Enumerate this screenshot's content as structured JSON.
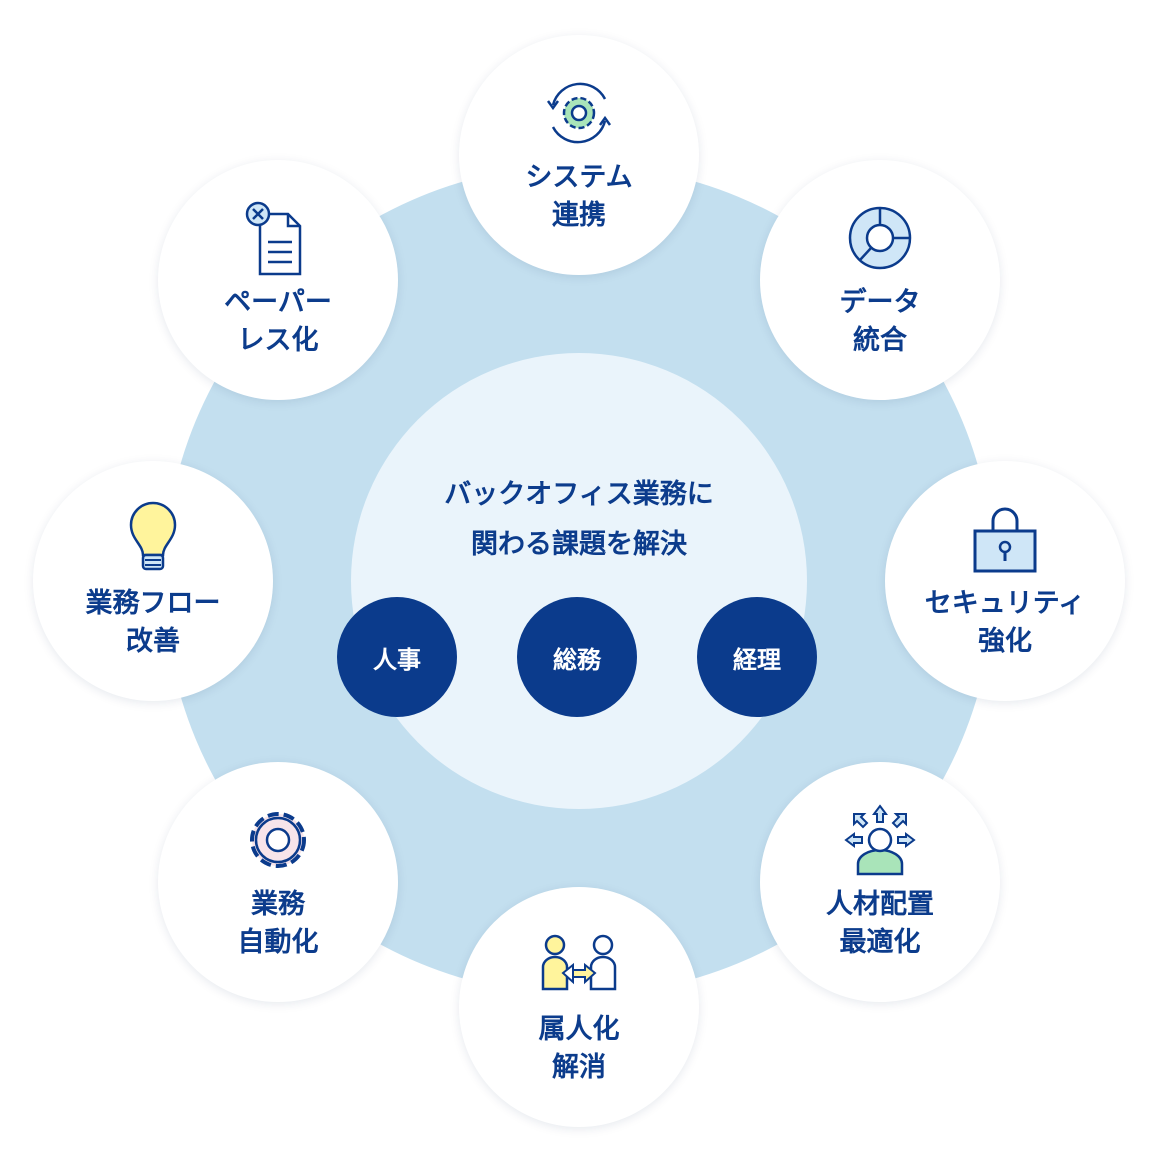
{
  "center": {
    "line1": "バックオフィス業務に",
    "line2": "関わる課題を解決"
  },
  "departments": [
    "人事",
    "総務",
    "経理"
  ],
  "items": [
    {
      "icon": "gear-sync-icon",
      "line1": "システム",
      "line2": "連携"
    },
    {
      "icon": "pie-chart-icon",
      "line1": "データ",
      "line2": "統合"
    },
    {
      "icon": "lock-icon",
      "line1": "セキュリティ",
      "line2": "強化"
    },
    {
      "icon": "person-arrows-icon",
      "line1": "人材配置",
      "line2": "最適化"
    },
    {
      "icon": "people-exchange-icon",
      "line1": "属人化",
      "line2": "解消"
    },
    {
      "icon": "gear-icon",
      "line1": "業務",
      "line2": "自動化"
    },
    {
      "icon": "lightbulb-icon",
      "line1": "業務フロー",
      "line2": "改善"
    },
    {
      "icon": "document-x-icon",
      "line1": "ペーパー",
      "line2": "レス化"
    }
  ],
  "colors": {
    "navy": "#0b3b8c",
    "ring": "#c3dfef",
    "inner": "#eaf4fb",
    "green": "#a9e4b9",
    "yellow": "#fff49c",
    "pink": "#f7e4ea"
  }
}
